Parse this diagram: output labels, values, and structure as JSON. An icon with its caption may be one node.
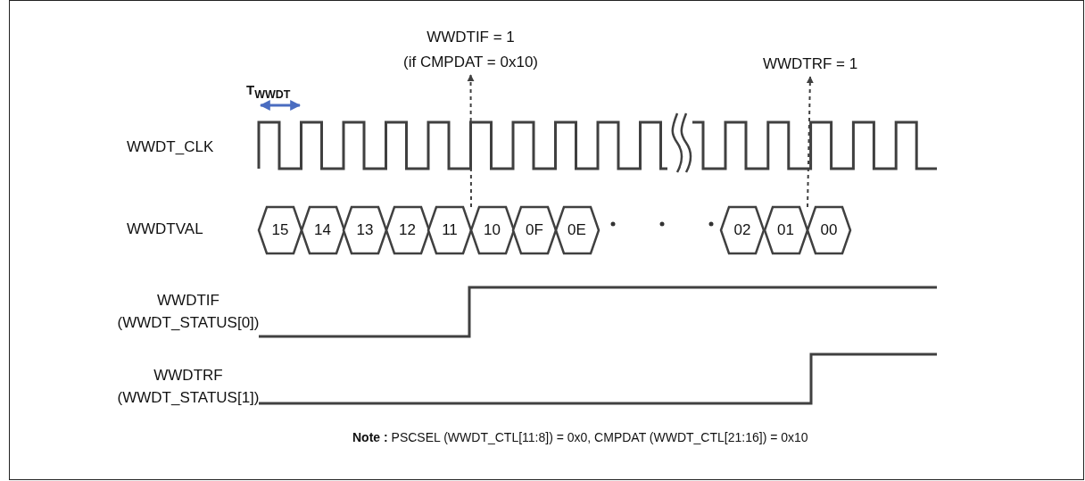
{
  "diagram": {
    "nodes": [
      {
        "text": [
          "WWDTIF = 1",
          "(if CMPDAT = 0x10)"
        ]
      },
      {
        "text": [
          "WWDTRF = 1"
        ]
      },
      {
        "text": [
          "15"
        ]
      },
      {
        "text": [
          "14"
        ]
      },
      {
        "text": [
          "13"
        ]
      },
      {
        "text": [
          "12"
        ]
      },
      {
        "text": [
          "11"
        ]
      },
      {
        "text": [
          "10"
        ]
      },
      {
        "text": [
          "0F"
        ]
      },
      {
        "text": [
          "0E"
        ]
      },
      {
        "text": [
          "02"
        ]
      },
      {
        "text": [
          "01"
        ]
      },
      {
        "text": [
          "00"
        ]
      }
    ],
    "edges": [
      {
        "from": 6,
        "to": 0,
        "arrow": "to",
        "style": "dashed"
      },
      {
        "from": 12,
        "to": 1,
        "arrow": "to",
        "style": "dashed"
      }
    ],
    "labels": [
      "T$_{WWDT}$",
      "WWDT_CLK",
      "WWDTVAL",
      "WWDTIF (WWDT_STATUS[0])",
      "WWDTRF (WWDT_STATUS[1])",
      "**Note :** PSCSEL (WWDT_CTL[11:8]) = 0x0, CMPDAT (WWDT_CTL[21:16]) = 0x10"
    ]
  }
}
